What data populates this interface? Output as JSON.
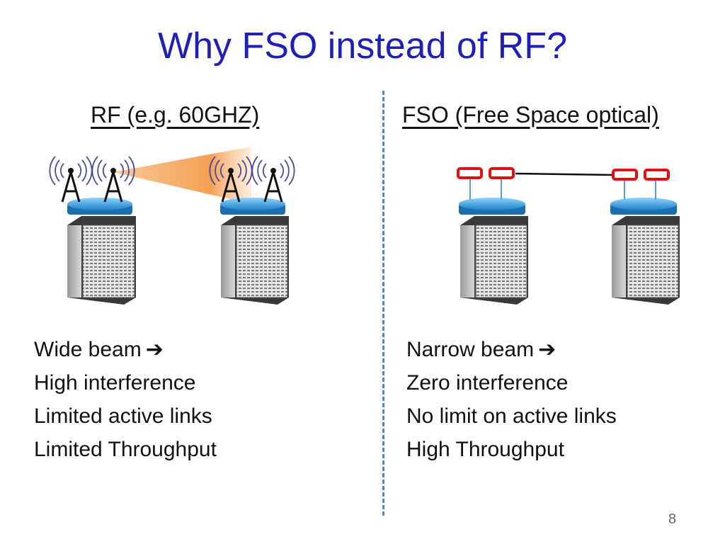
{
  "slide": {
    "title": "Why FSO instead of RF?",
    "page_number": "8"
  },
  "left": {
    "heading": "RF (e.g. 60GHZ)",
    "bullets": [
      "Wide beam",
      "High interference",
      "Limited active links",
      "Limited Throughput"
    ],
    "arrow_glyph": "➔"
  },
  "right": {
    "heading": "FSO (Free Space optical)",
    "bullets": [
      "Narrow beam",
      "Zero interference",
      "No limit on active links",
      "High Throughput"
    ],
    "arrow_glyph": "➔"
  },
  "colors": {
    "title": "#1f1fb8",
    "divider": "#5b86c6",
    "switch": "#4aa3df",
    "fso_device": "#e01010",
    "beam": "#f39a4a"
  }
}
